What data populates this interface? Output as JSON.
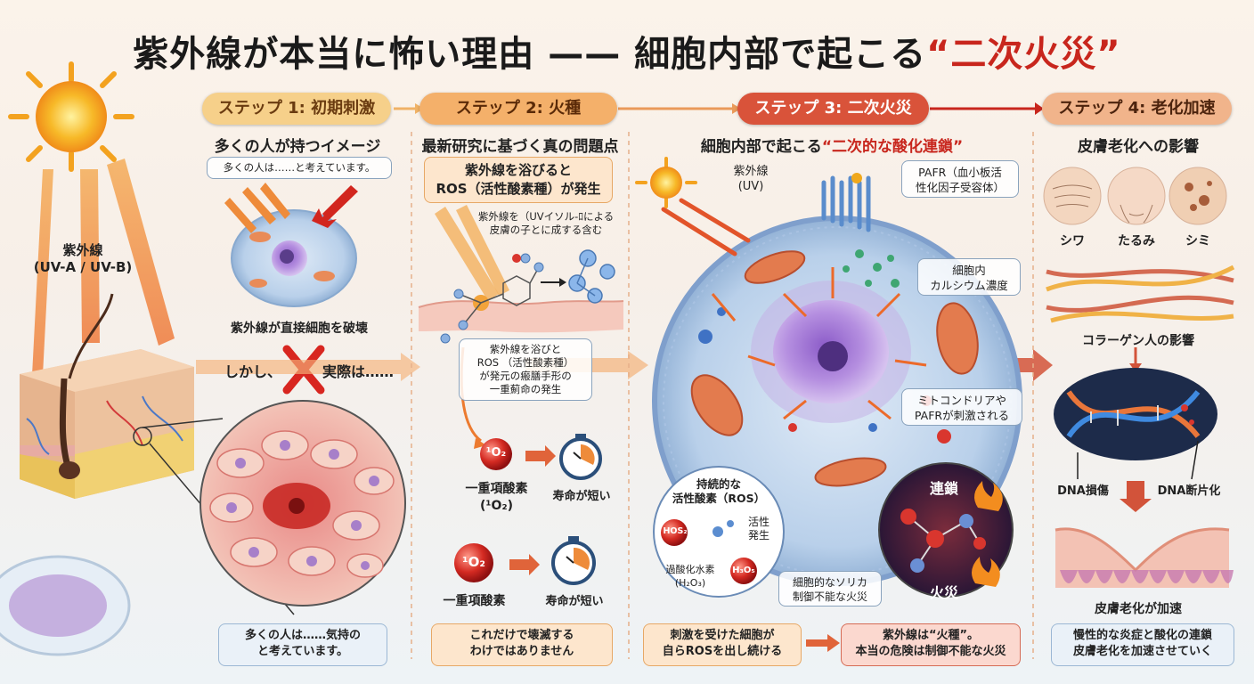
{
  "title": {
    "main": "紫外線が本当に怖い理由 —— 細胞内部で起こる",
    "highlight": "“二次火災”"
  },
  "steps": [
    {
      "label": "ステップ 1: 初期刺激"
    },
    {
      "label": "ステップ 2: 火種"
    },
    {
      "label": "ステップ 3: 二次火災"
    },
    {
      "label": "ステップ 4: 老化加速"
    }
  ],
  "uv_label": {
    "line1": "紫外線",
    "line2": "(UV-A / UV-B)"
  },
  "col1": {
    "heading": "多くの人が持つイメージ",
    "box_top": "多くの人は……と考えています。",
    "caption": "紫外線が直接細胞を破壊",
    "however": "しかし、",
    "actually": "実際は……",
    "bottom_line1": "多くの人は……気持の",
    "bottom_line2": "と考えています。"
  },
  "col2": {
    "heading": "最新研究に基づく真の問題点",
    "box_line1": "紫外線を浴びると",
    "box_line2": "ROS（活性酸素種）が発生",
    "note1_line1": "紫外線を（UVイソル-ﾛによる",
    "note1_line2": "皮膚の子とに成する含む",
    "note2_line1": "紫外線を浴びと",
    "note2_line2": "ROS （活性酸素種）",
    "note2_line3": "が発元の瘢膳手形の",
    "note2_line4": "一重薊命の発生",
    "o2_symbol": "¹O₂",
    "singlet_label1": "一重項酸素",
    "singlet_sub": "(¹O₂)",
    "short_life1": "寿命が短い",
    "singlet_label2": "一重項酸素",
    "short_life2": "寿命が短い",
    "bottom_line1": "これだけで壊滅する",
    "bottom_line2": "わけではありません"
  },
  "col3": {
    "heading_main": "細胞内部で起こる",
    "heading_highlight": "“二次的な酸化連鎖”",
    "uv_line1": "紫外線",
    "uv_line2": "(UV)",
    "pafr_line1": "PAFR（血小板活",
    "pafr_line2": "性化因子受容体）",
    "calcium_line1": "細胞内",
    "calcium_line2": "カルシウム濃度",
    "mito_line1": "ミトコンドリアや",
    "mito_line2": "PAFRが刺激される",
    "ros_title_line1": "持続的な",
    "ros_title_line2": "活性酸素（ROS）",
    "hos": "HOS₂",
    "active_line1": "活性",
    "active_line2": "発生",
    "h2o2_line1": "過酸化水素",
    "h2o2_line2": "(H₂O₃)",
    "h3o5": "H₃O₅",
    "chain": "連鎖",
    "fire": "火災",
    "uncontrolled_line1": "細胞的なソリカ",
    "uncontrolled_line2": "制御不能な火災",
    "bottom_left_line1": "刺激を受けた細胞が",
    "bottom_left_line2": "自らROSを出し続ける",
    "bottom_right_line1": "紫外線は“火種”。",
    "bottom_right_line2": "本当の危険は制御不能な火災"
  },
  "col4": {
    "heading": "皮膚老化への影響",
    "wrinkle": "シワ",
    "sag": "たるみ",
    "spot": "シミ",
    "collagen": "コラーゲン人の影響",
    "dna_damage": "DNA損傷",
    "dna_frag": "DNA断片化",
    "aging": "皮膚老化が加速",
    "bottom_line1": "慢性的な炎症と酸化の連鎖",
    "bottom_line2": "皮膚老化を加速させていく"
  },
  "colors": {
    "accent_red": "#c8261d",
    "orange": "#f08a3c",
    "blue": "#6f97c4"
  }
}
